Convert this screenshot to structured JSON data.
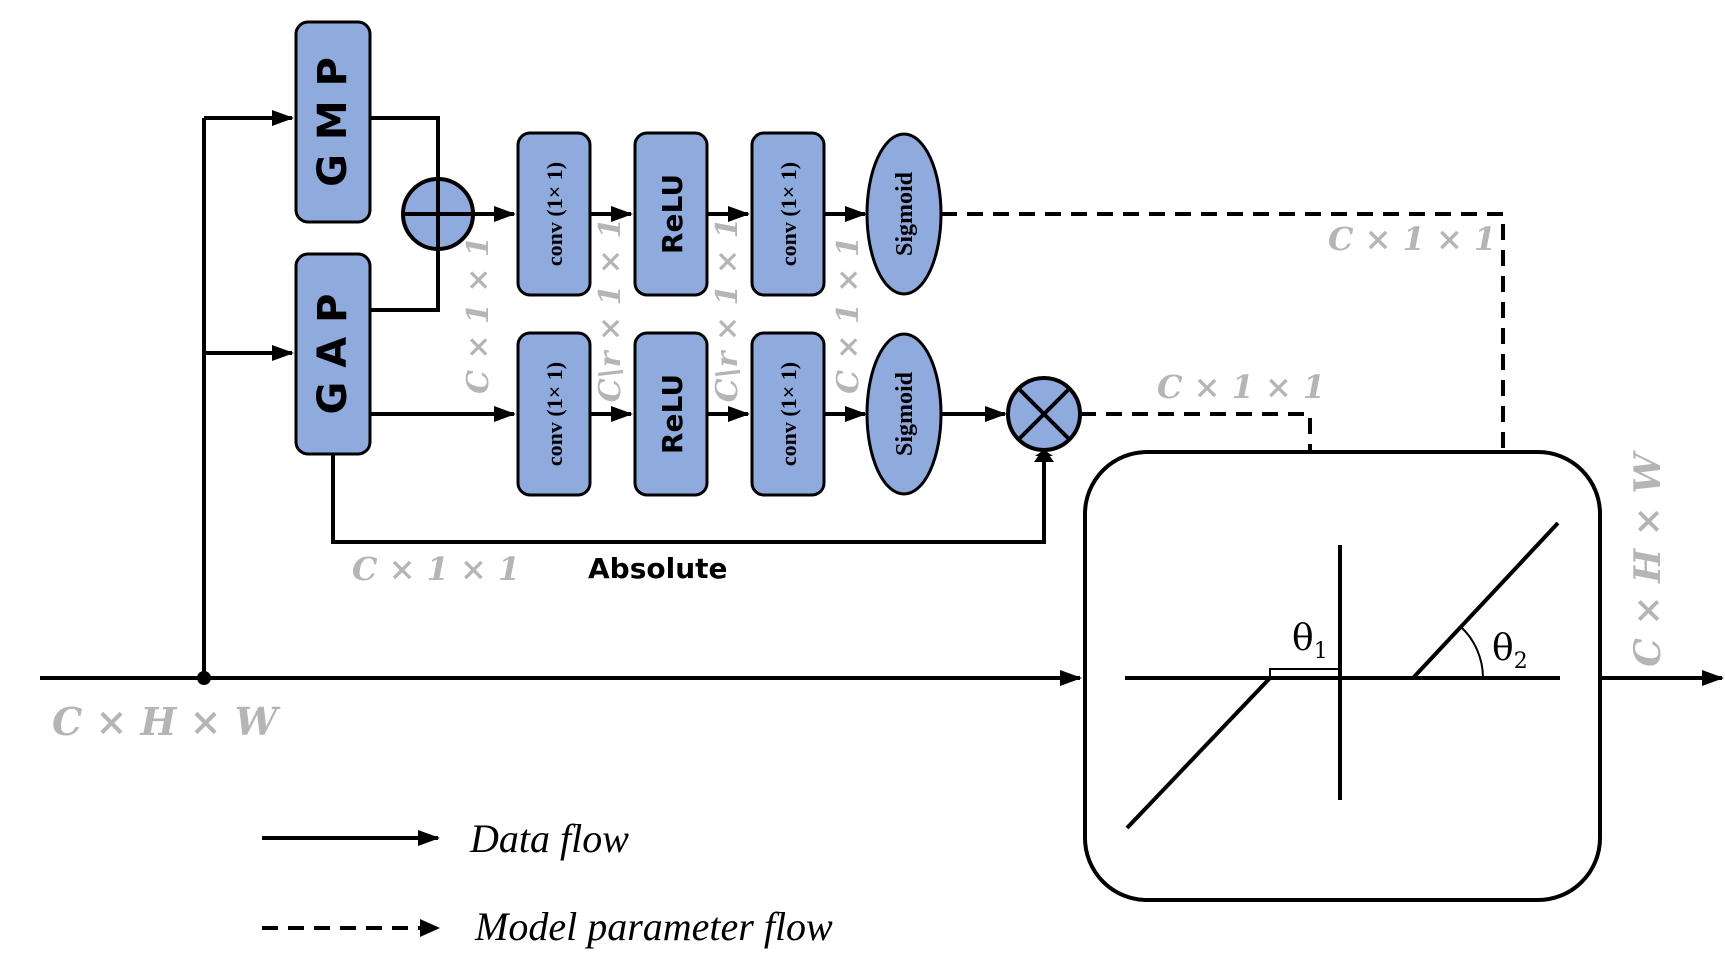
{
  "blocks": {
    "gmp": "G M P",
    "gap": "G A P",
    "conv": "conv (1× 1)",
    "relu": "ReLU",
    "sigmoid": "Sigmoid"
  },
  "labels": {
    "input_dim": "C × H × W",
    "output_dim": "C × H × W",
    "gap_abs_dim": "C × 1 × 1",
    "absolute": "Absolute",
    "sum_out_dim": "C × 1 × 1",
    "reduced_dim": "C\\r × 1 × 1",
    "conv2_out_dim": "C × 1 × 1",
    "top_sigmoid_dim": "C × 1 × 1",
    "mult_dim": "C × 1 × 1",
    "theta1": "θ",
    "theta1_sub": "1",
    "theta2": "θ",
    "theta2_sub": "2"
  },
  "legend": {
    "data_flow": "Data flow",
    "model_param_flow": "Model parameter flow"
  },
  "colors": {
    "block_fill": "#8faadc",
    "dimension_text": "#b5b5b5",
    "line": "#000000"
  }
}
